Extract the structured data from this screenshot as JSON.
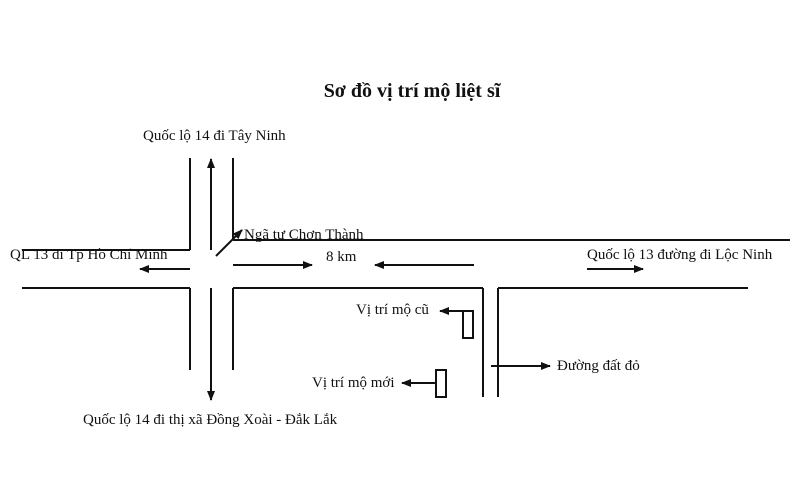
{
  "title": "Sơ đồ vị trí mộ liệt sĩ",
  "labels": {
    "north": "Quốc lộ 14 đi Tây Ninh",
    "west": "QL 13 đi Tp Hồ Chí Minh",
    "intersection": "Ngã tư Chơn Thành",
    "distance": "8 km",
    "east": "Quốc lộ 13 đường đi Lộc Ninh",
    "old_grave": "Vị trí mộ cũ",
    "dirt_road": "Đường đất đỏ",
    "new_grave": "Vị trí mộ mới",
    "south": "Quốc lộ 14 đi thị xã Đồng Xoài - Đắk Lắk"
  }
}
